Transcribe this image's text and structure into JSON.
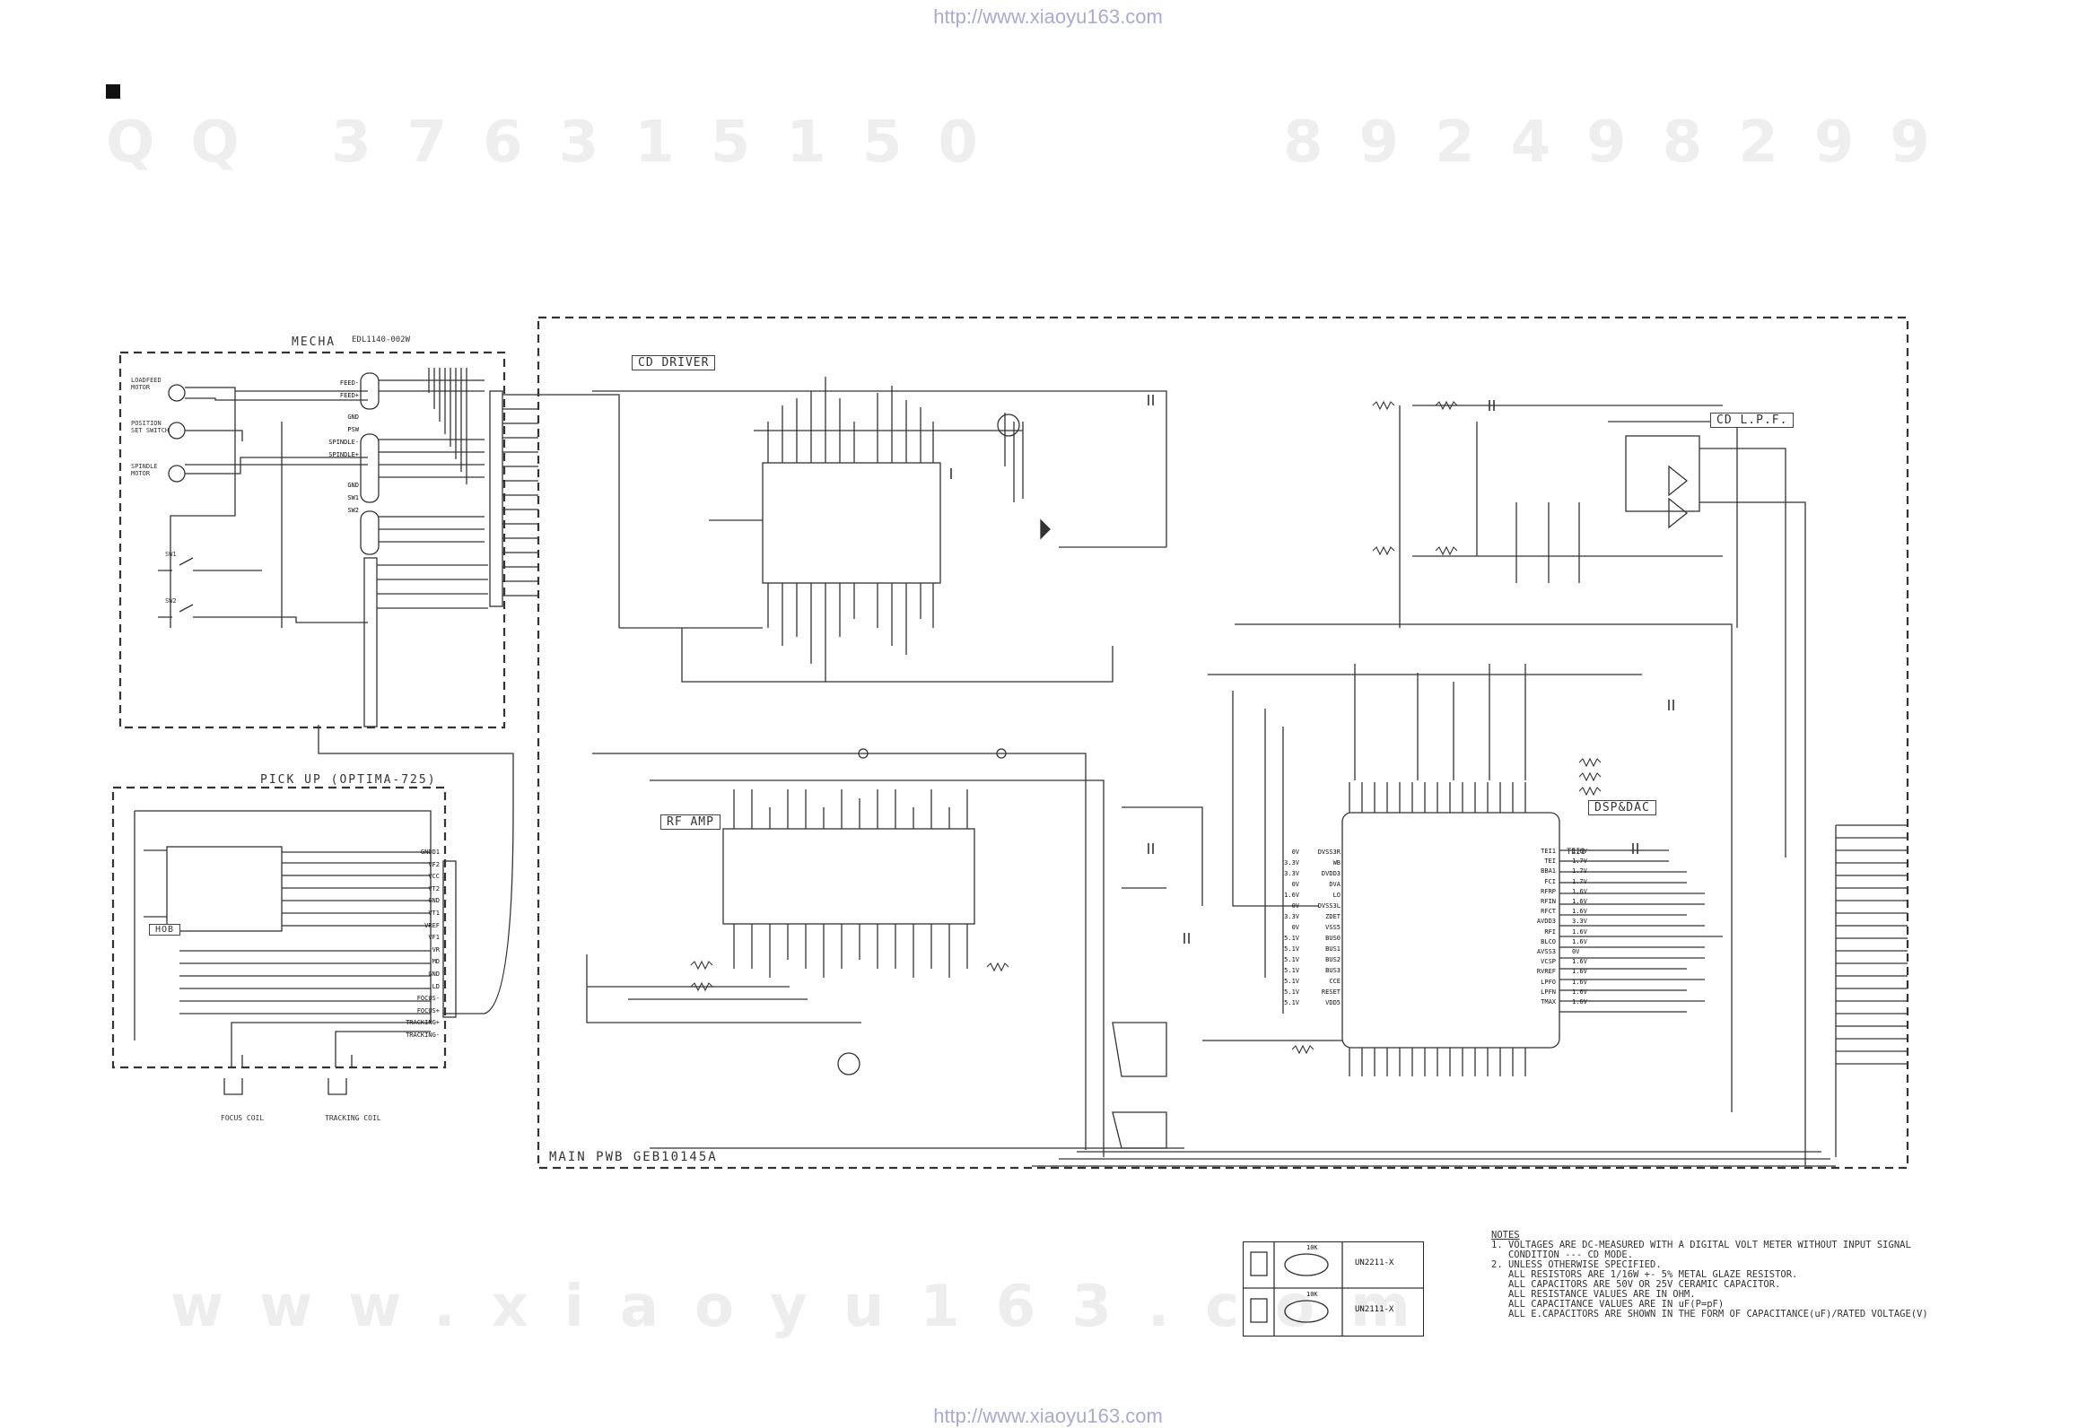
{
  "header": {
    "url_top": "http://www.xiaoyu163.com",
    "url_bottom": "http://www.xiaoyu163.com"
  },
  "watermarks": {
    "qq": "QQ 376315150",
    "phone": "892498299",
    "site": "www.xiaoyu163.com"
  },
  "blocks": {
    "mecha": "MECHA",
    "mecha_part": "EDL1140-002W",
    "pickup": "PICK UP  (OPTIMA-725)",
    "cd_driver": "CD DRIVER",
    "rf_amp": "RF AMP",
    "dsp": "DSP&DAC",
    "cd_lpf": "CD L.P.F.",
    "main_pwb": "MAIN PWB GEB10145A",
    "hob": "HOB",
    "focus_coil": "FOCUS COIL",
    "tracking_coil": "TRACKING COIL"
  },
  "mecha_labels": {
    "loading_motor": "LOADFEED MOTOR",
    "position_switch": "POSITION SET SWITCH",
    "spindle_motor": "SPINDLE MOTOR",
    "sw1": "SW1",
    "sw2": "SW2",
    "conn_pins": [
      "FEED-",
      "FEED+",
      "GND",
      "PSW",
      "SPINDLE-",
      "SPINDLE+",
      "GND",
      "SW1",
      "SW2"
    ]
  },
  "pickup_pins": [
    "GNDD1",
    "VF2",
    "VCC",
    "VT2",
    "GND",
    "VT1",
    "VREF",
    "VF1",
    "VR",
    "MD",
    "GND",
    "LD",
    "FOCUS-",
    "FOCUS+",
    "TRACKING+",
    "TRACKING-"
  ],
  "legend": {
    "row1_value": "10K",
    "row1_part": "UN2211-X",
    "row2_value": "10K",
    "row2_part": "UN2111-X"
  },
  "notes": {
    "title": "NOTES",
    "lines": [
      "1. VOLTAGES ARE DC-MEASURED WITH A DIGITAL VOLT METER WITHOUT INPUT SIGNAL",
      "   CONDITION --- CD MODE.",
      "2. UNLESS OTHERWISE SPECIFIED.",
      "   ALL RESISTORS ARE 1/16W +- 5% METAL GLAZE RESISTOR.",
      "   ALL CAPACITORS ARE 50V OR 25V CERAMIC CAPACITOR.",
      "   ALL RESISTANCE VALUES ARE IN OHM.",
      "   ALL CAPACITANCE VALUES ARE IN uF(P=pF)",
      "   ALL E.CAPACITORS ARE SHOWN IN THE FORM OF CAPACITANCE(uF)/RATED VOLTAGE(V)"
    ]
  },
  "dsp_right_pins": [
    "TEI1",
    "TEI",
    "BBA1",
    "FCI",
    "RFRP",
    "RFIN",
    "RFCT",
    "AVDD3",
    "RFI",
    "BLCO",
    "AVSS3",
    "VCSP",
    "RVREF",
    "LPFO",
    "LPFN",
    "TMAX"
  ],
  "dsp_right_volts": [
    "1.6V",
    "1.7V",
    "1.7V",
    "1.7V",
    "1.6V",
    "1.6V",
    "1.6V",
    "3.3V",
    "1.6V",
    "1.6V",
    "0V",
    "1.6V",
    "1.6V",
    "1.6V",
    "1.6V",
    "1.6V"
  ],
  "dsp_left_pins": [
    "DVSS3R",
    "WB",
    "DVDD3",
    "DVA",
    "LO",
    "DVSS3L",
    "ZDET",
    "VSS5",
    "BUS0",
    "BUS1",
    "BUS2",
    "BUS3",
    "CCE",
    "RESET",
    "VDD5"
  ],
  "dsp_left_volts": [
    "0V",
    "3.3V",
    "3.3V",
    "0V",
    "1.6V",
    "0V",
    "3.3V",
    "0V",
    "5.1V",
    "5.1V",
    "5.1V",
    "5.1V",
    "5.1V",
    "5.1V",
    "5.1V"
  ]
}
